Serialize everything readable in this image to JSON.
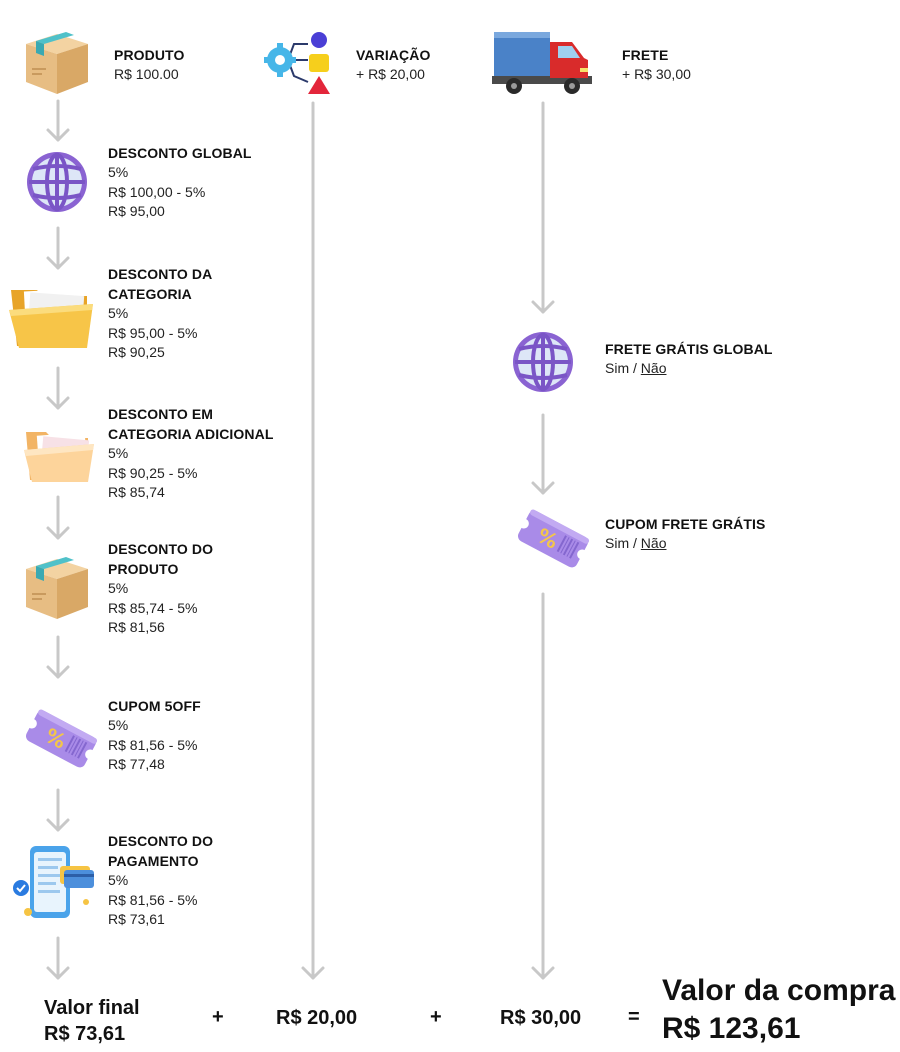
{
  "left_column": [
    {
      "title": "PRODUTO",
      "lines": [
        "R$ 100.00"
      ],
      "icon": "box-icon"
    },
    {
      "title": "DESCONTO GLOBAL",
      "lines": [
        "5%",
        "R$ 100,00 - 5%",
        "R$ 95,00"
      ],
      "icon": "globe-icon"
    },
    {
      "title_lines": [
        "DESCONTO DA",
        "CATEGORIA"
      ],
      "lines": [
        "5%",
        "R$ 95,00 - 5%",
        "R$ 90,25"
      ],
      "icon": "folder-icon"
    },
    {
      "title_lines": [
        "DESCONTO EM",
        "CATEGORIA ADICIONAL"
      ],
      "lines": [
        "5%",
        "R$ 90,25 - 5%",
        "R$ 85,74"
      ],
      "icon": "folder-open-icon"
    },
    {
      "title_lines": [
        "DESCONTO DO",
        "PRODUTO"
      ],
      "lines": [
        "5%",
        "R$ 85,74 - 5%",
        "R$ 81,56"
      ],
      "icon": "box-icon"
    },
    {
      "title": "CUPOM 5OFF",
      "lines": [
        "5%",
        "R$ 81,56 - 5%",
        "R$ 77,48"
      ],
      "icon": "coupon-icon"
    },
    {
      "title_lines": [
        "DESCONTO DO",
        "PAGAMENTO"
      ],
      "lines": [
        "5%",
        "R$ 81,56 - 5%",
        "R$ 73,61"
      ],
      "icon": "phone-payment-icon"
    }
  ],
  "variation": {
    "title": "VARIAÇÃO",
    "value": "+ R$ 20,00",
    "icon": "shapes-gear-icon"
  },
  "shipping_column": [
    {
      "title": "FRETE",
      "value": "+ R$ 30,00",
      "icon": "truck-icon"
    },
    {
      "title": "FRETE GRÁTIS GLOBAL",
      "yes": "Sim",
      "sep": " / ",
      "no": "Não",
      "icon": "globe-icon"
    },
    {
      "title": "CUPOM FRETE GRÁTIS",
      "yes": "Sim",
      "sep": " / ",
      "no": "Não",
      "icon": "coupon-icon"
    }
  ],
  "totals": {
    "final_label": "Valor final",
    "final_value": "R$ 73,61",
    "plus1": "+",
    "variation_value": "R$ 20,00",
    "plus2": "+",
    "shipping_value": "R$ 30,00",
    "equals": "=",
    "purchase_label": "Valor da compra",
    "purchase_value": "R$ 123,61"
  },
  "colors": {
    "arrow": "#c8c8c8",
    "purple": "#8a63d2",
    "box": "#e8c08a",
    "folder": "#f7c548",
    "truck_cab": "#d92b2b",
    "truck_body": "#4a82c8",
    "coupon": "#a98be8"
  }
}
